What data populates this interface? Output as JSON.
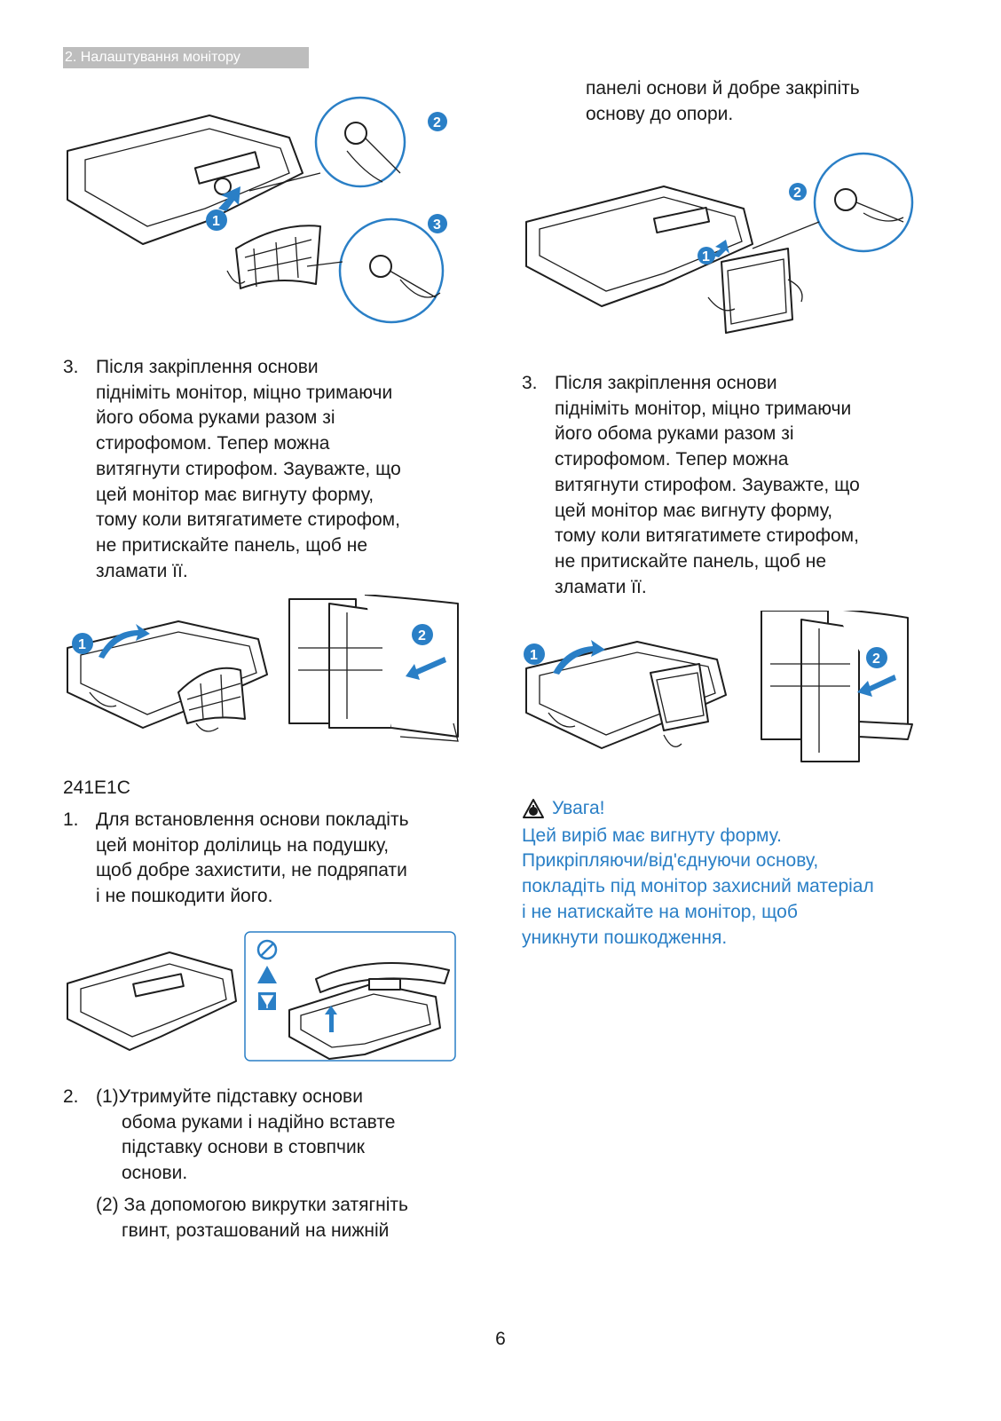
{
  "header": {
    "section": "2. Налаштування монітору"
  },
  "left": {
    "step3": {
      "num": "3.",
      "lines": [
        "Після закріплення основи",
        "підніміть монітор, міцно тримаючи",
        "його обома руками разом зі",
        "стирофомом. Тепер можна",
        "витягнути стирофом. Зауважте, що",
        "цей монітор має вигнуту форму,",
        "тому коли витягатимете стирофом,",
        "не притискайте панель, щоб не",
        "зламати її."
      ]
    },
    "model": "241E1C",
    "step1": {
      "num": "1.",
      "lines": [
        "Для встановлення основи покладіть",
        "цей монітор долілиць на подушку,",
        "щоб добре захистити, не подряпати",
        "і не пошкодити його."
      ]
    },
    "step2": {
      "num": "2.",
      "sub1": [
        "(1)Утримуйте підставку основи",
        "обома руками і надійно вставте",
        "підставку основи в стовпчик",
        "основи."
      ],
      "sub2_label": "(2)",
      "sub2": [
        "За допомогою викрутки затягніть",
        "гвинт, розташований на нижній"
      ]
    }
  },
  "right": {
    "cont_lines": [
      "панелі основи й добре закріпіть",
      "основу до опори."
    ],
    "step3": {
      "num": "3.",
      "lines": [
        "Після закріплення основи",
        "підніміть монітор, міцно тримаючи",
        "його обома руками разом зі",
        "стирофомом. Тепер можна",
        "витягнути стирофом. Зауважте, що",
        "цей монітор має вигнуту форму,",
        "тому коли витягатимете стирофом,",
        "не притискайте панель, щоб не",
        "зламати її."
      ]
    },
    "warning": {
      "title": "Увага!",
      "lines": [
        "Цей виріб має вигнуту форму.",
        "Прикріпляючи/від'єднуючи основу,",
        "покладіть під монітор захисний матеріал",
        "і не натискайте на монітор, щоб",
        "уникнути пошкодження."
      ]
    }
  },
  "callouts": {
    "one": "1",
    "two": "2",
    "three": "3"
  },
  "page_number": "6",
  "colors": {
    "accent": "#2a7fc6",
    "header_bg": "#bdbdbd"
  }
}
